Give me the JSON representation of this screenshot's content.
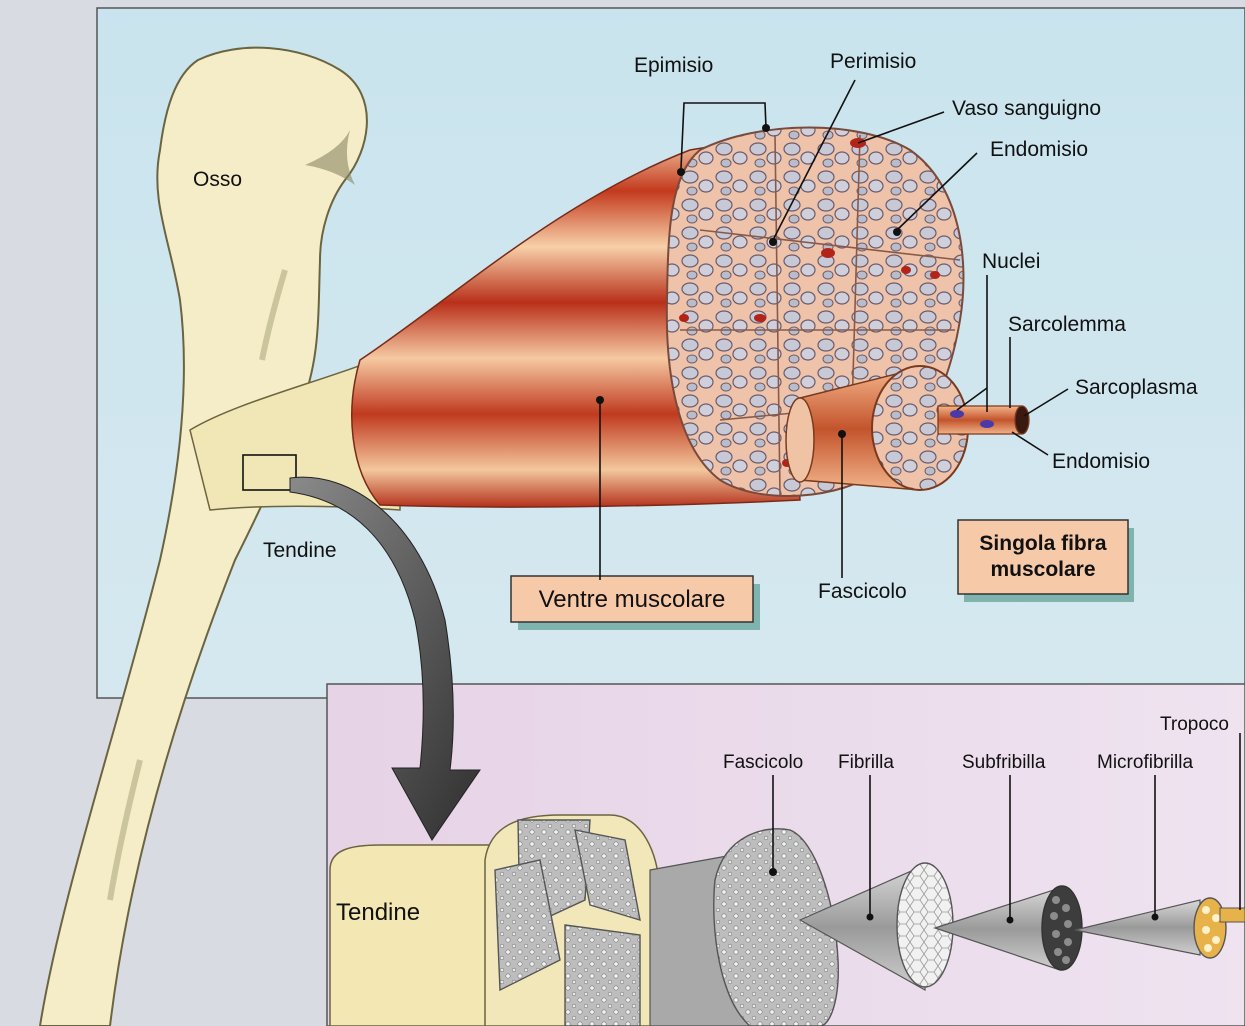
{
  "labels": {
    "osso": "Osso",
    "tendine_top": "Tendine",
    "epimisio": "Epimisio",
    "perimisio": "Perimisio",
    "vaso_sanguigno": "Vaso sanguigno",
    "endomisio_top": "Endomisio",
    "nuclei": "Nuclei",
    "sarcolemma": "Sarcolemma",
    "sarcoplasma": "Sarcoplasma",
    "endomisio_bottom": "Endomisio",
    "singola_fibra_line1": "Singola fibra",
    "singola_fibra_line2": "muscolare",
    "ventre_muscolare": "Ventre muscolare",
    "fascicolo_top": "Fascicolo",
    "fascicolo_bottom": "Fascicolo",
    "fibrilla": "Fibrilla",
    "subfribilla": "Subfribilla",
    "microfibrilla": "Microfibrilla",
    "tropoco": "Tropoco",
    "tendine_bottom": "Tendine"
  },
  "colors": {
    "panel_top": "#cfe6ef",
    "panel_bottom": "#e9dcec",
    "bone": "#f4ecc6",
    "bone_stroke": "#6b6440",
    "muscle_dark": "#b4321c",
    "muscle_light": "#f3c79d",
    "fascicle": "#f0c8b0",
    "box_fill": "#f6c9a8",
    "box_shadow": "#7fb3ae",
    "tendon_gray": "#8a8a8a"
  }
}
